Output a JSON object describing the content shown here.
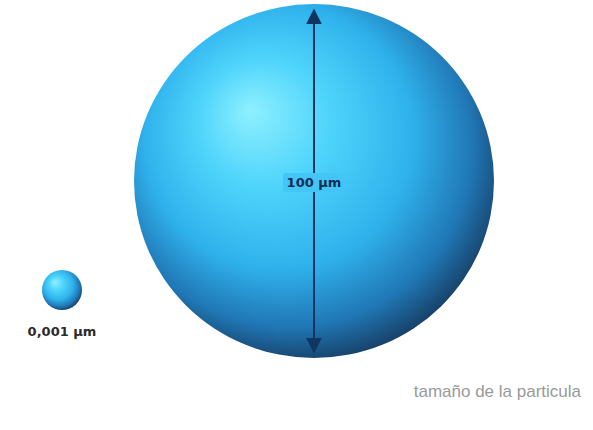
{
  "diagram": {
    "caption": "tamaño de la particula",
    "nodes": [
      {
        "text": [
          "0,001 µm"
        ]
      },
      {
        "text": [
          "100 µm"
        ]
      }
    ]
  }
}
